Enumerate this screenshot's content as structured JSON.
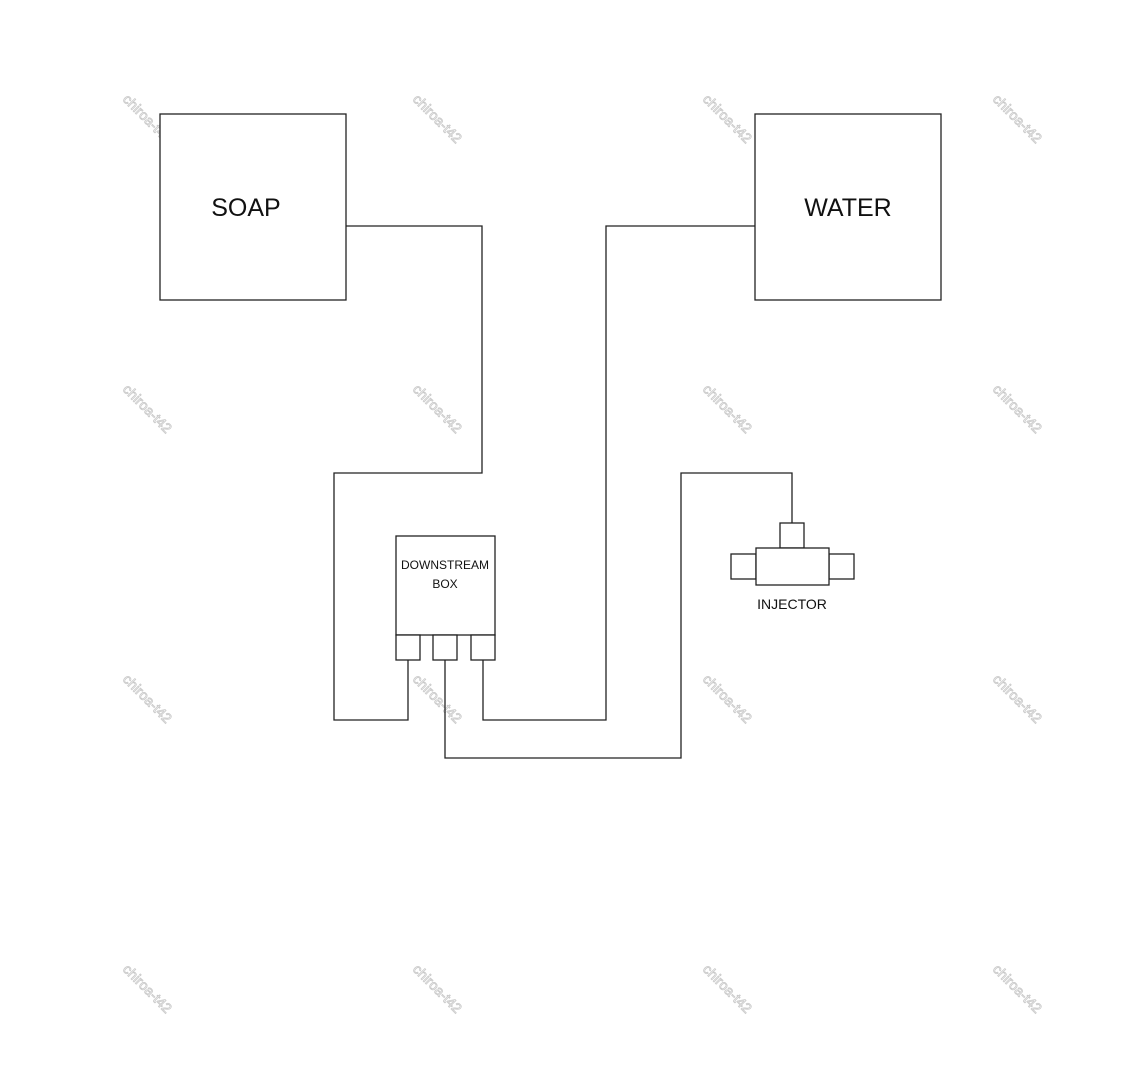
{
  "diagram": {
    "soap_label": "SOAP",
    "water_label": "WATER",
    "downstream_box_line1": "DOWNSTREAM",
    "downstream_box_line2": "BOX",
    "injector_label": "INJECTOR"
  },
  "watermark": {
    "text": "chiroa-t42"
  },
  "colors": {
    "line": "#222222",
    "background": "#ffffff",
    "watermark": "#c9c9c9"
  }
}
